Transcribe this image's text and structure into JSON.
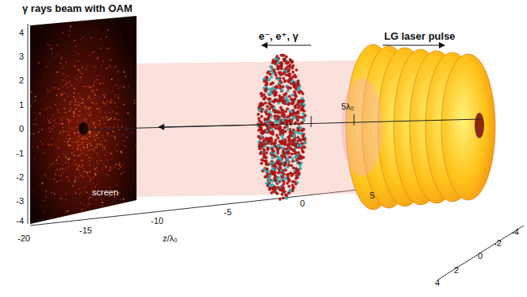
{
  "diagram": {
    "labels": [
      "γ rays beam with OAM",
      "4",
      "3",
      "2",
      "1",
      "0",
      "-1",
      "-2",
      "-3",
      "-4",
      "screen",
      "e⁻, e⁺, γ",
      "LG laser pulse",
      "5λ₀",
      "-20",
      "-15",
      "-10",
      "-5",
      "0",
      "5",
      "z/λ₀",
      "4",
      "2",
      "0",
      "-2",
      "-4"
    ]
  }
}
